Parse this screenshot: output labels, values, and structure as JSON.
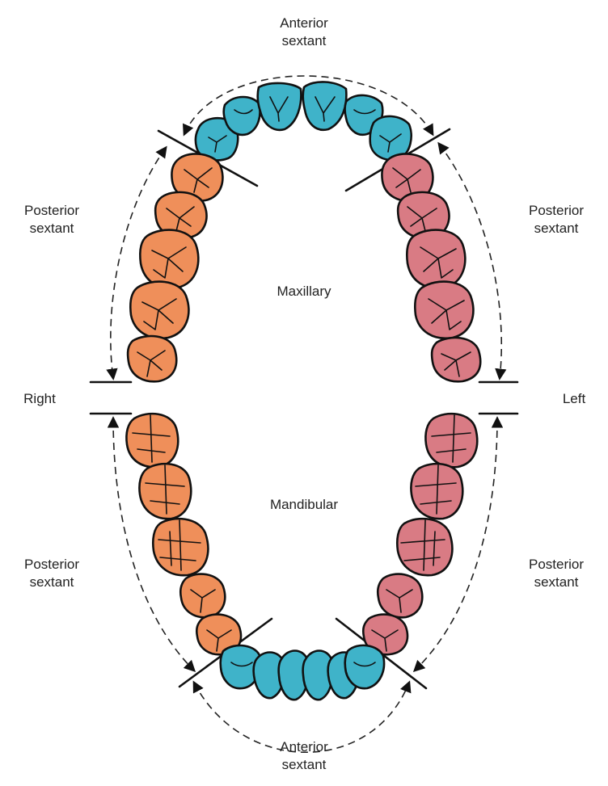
{
  "labels": {
    "top_anterior": {
      "line1": "Anterior",
      "line2": "sextant"
    },
    "bottom_anterior": {
      "line1": "Anterior",
      "line2": "sextant"
    },
    "upper_right_posterior": {
      "line1": "Posterior",
      "line2": "sextant"
    },
    "upper_left_posterior": {
      "line1": "Posterior",
      "line2": "sextant"
    },
    "lower_right_posterior": {
      "line1": "Posterior",
      "line2": "sextant"
    },
    "lower_left_posterior": {
      "line1": "Posterior",
      "line2": "sextant"
    },
    "maxillary": "Maxillary",
    "mandibular": "Mandibular",
    "right": "Right",
    "left": "Left"
  },
  "colors": {
    "anterior_teeth": "#3fb3c9",
    "right_posterior_teeth": "#ef8f5a",
    "left_posterior_teeth": "#d97b84",
    "outline": "#111111"
  }
}
